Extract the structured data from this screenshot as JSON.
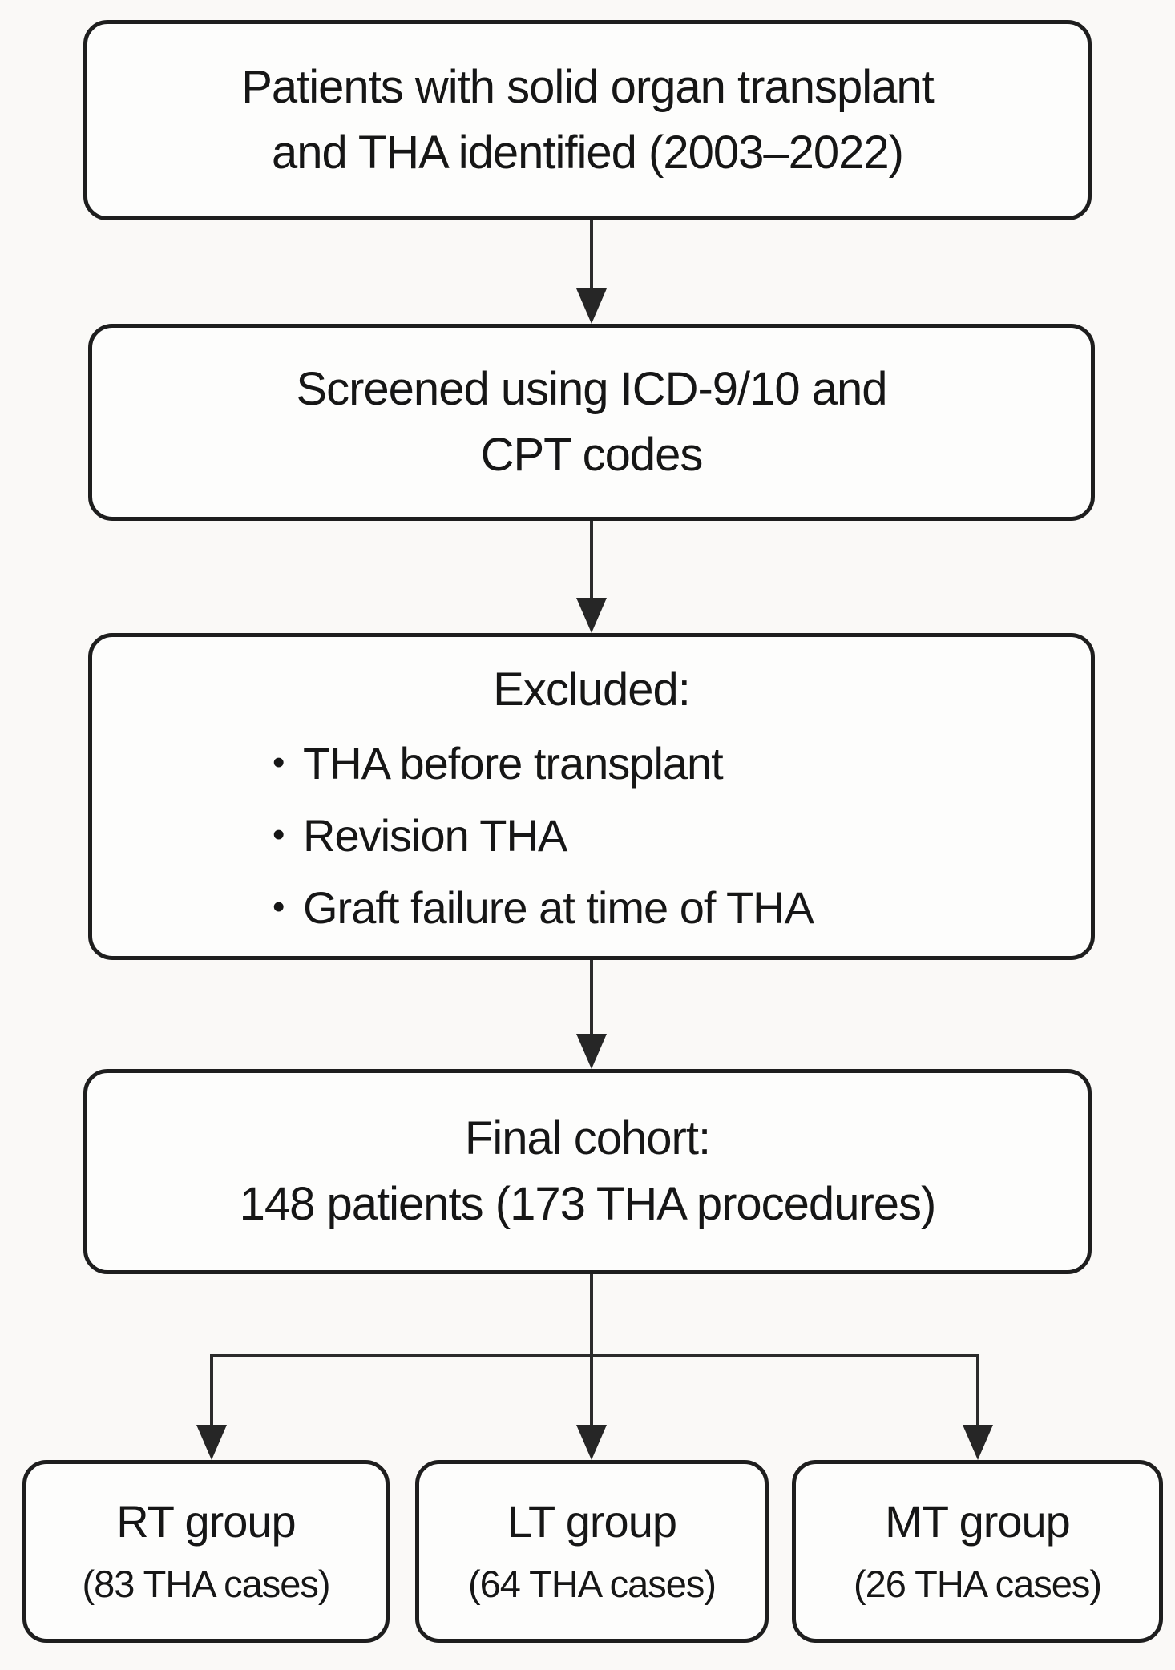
{
  "boxes": {
    "identified": {
      "line1": "Patients with solid organ transplant",
      "line2": "and THA identified (2003–2022)"
    },
    "screened": {
      "line1": "Screened using ICD-9/10 and",
      "line2": "CPT codes"
    },
    "excluded": {
      "title": "Excluded:",
      "bullet_glyph": "•",
      "bullets": [
        "THA before transplant",
        "Revision THA",
        "Graft failure at time of THA"
      ]
    },
    "final_cohort": {
      "line1": "Final cohort:",
      "line2": "148 patients (173 THA procedures)"
    },
    "groups": [
      {
        "name": "RT group",
        "cases": "(83 THA cases)"
      },
      {
        "name": "LT group",
        "cases": "(64 THA cases)"
      },
      {
        "name": "MT group",
        "cases": "(26 THA cases)"
      }
    ]
  },
  "colors": {
    "background": "#faf9f7",
    "box_fill": "#fdfdfc",
    "border": "#1e1e1e",
    "text": "#161616",
    "line": "#2b2b2b"
  }
}
